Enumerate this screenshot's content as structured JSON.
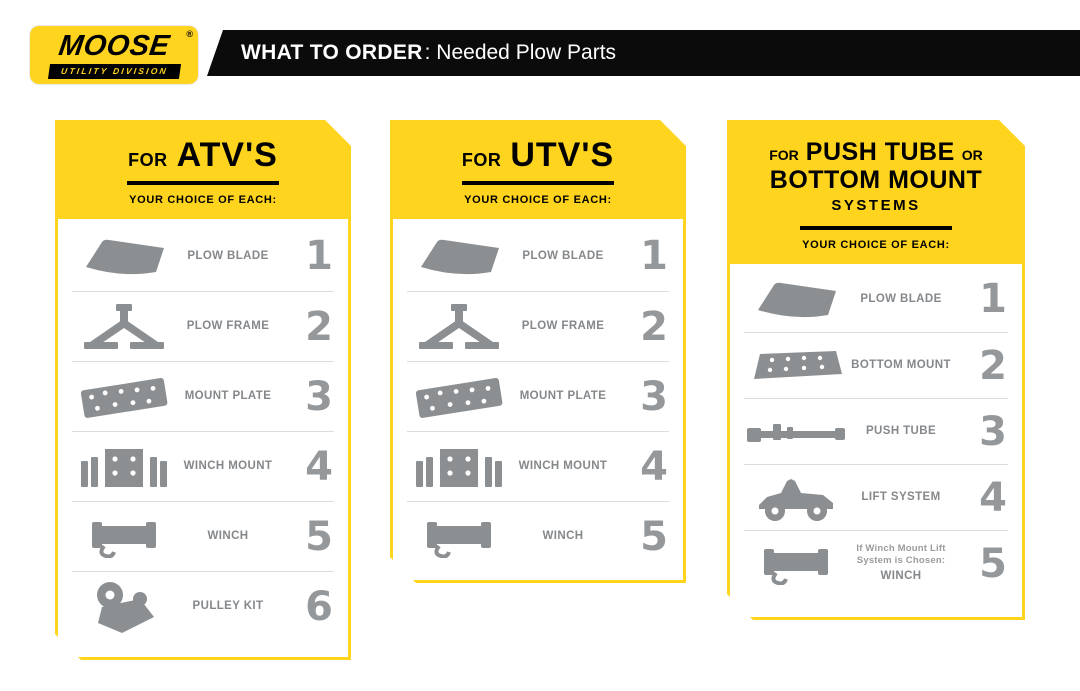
{
  "colors": {
    "yellow": "#FFD41F",
    "black": "#0b0b0b",
    "gray_icon": "#8c8f92",
    "gray_number": "#95989b"
  },
  "logo": {
    "word": "MOOSE",
    "sub": "UTILITY DIVISION",
    "reg": "®"
  },
  "topbar": {
    "bold": "WHAT TO ORDER",
    "rest": ": Needed Plow Parts"
  },
  "cards": [
    {
      "title_pre": "FOR",
      "title_big": "ATV'S",
      "choice": "YOUR CHOICE OF EACH:",
      "items": [
        {
          "icon": "plow-blade-icon",
          "label": "PLOW BLADE",
          "number": "1"
        },
        {
          "icon": "plow-frame-icon",
          "label": "PLOW FRAME",
          "number": "2"
        },
        {
          "icon": "mount-plate-icon",
          "label": "MOUNT PLATE",
          "number": "3"
        },
        {
          "icon": "winch-mount-icon",
          "label": "WINCH MOUNT",
          "number": "4"
        },
        {
          "icon": "winch-icon",
          "label": "WINCH",
          "number": "5"
        },
        {
          "icon": "pulley-kit-icon",
          "label": "PULLEY KIT",
          "number": "6"
        }
      ]
    },
    {
      "title_pre": "FOR",
      "title_big": "UTV'S",
      "choice": "YOUR CHOICE OF EACH:",
      "items": [
        {
          "icon": "plow-blade-icon",
          "label": "PLOW BLADE",
          "number": "1"
        },
        {
          "icon": "plow-frame-icon",
          "label": "PLOW FRAME",
          "number": "2"
        },
        {
          "icon": "mount-plate-icon",
          "label": "MOUNT PLATE",
          "number": "3"
        },
        {
          "icon": "winch-mount-icon",
          "label": "WINCH MOUNT",
          "number": "4"
        },
        {
          "icon": "winch-icon",
          "label": "WINCH",
          "number": "5"
        }
      ]
    },
    {
      "title_pre": "FOR",
      "title_big1": "PUSH TUBE",
      "title_or": "OR",
      "title_big2": "BOTTOM MOUNT",
      "title_line3": "SYSTEMS",
      "choice": "YOUR CHOICE OF EACH:",
      "items": [
        {
          "icon": "plow-blade-icon",
          "label": "PLOW BLADE",
          "number": "1"
        },
        {
          "icon": "bottom-mount-icon",
          "label": "BOTTOM MOUNT",
          "number": "2"
        },
        {
          "icon": "push-tube-icon",
          "label": "PUSH TUBE",
          "number": "3"
        },
        {
          "icon": "lift-system-icon",
          "label": "LIFT SYSTEM",
          "number": "4"
        },
        {
          "icon": "winch-icon",
          "note": "If Winch Mount Lift System is Chosen:",
          "label": "WINCH",
          "number": "5"
        }
      ]
    }
  ]
}
